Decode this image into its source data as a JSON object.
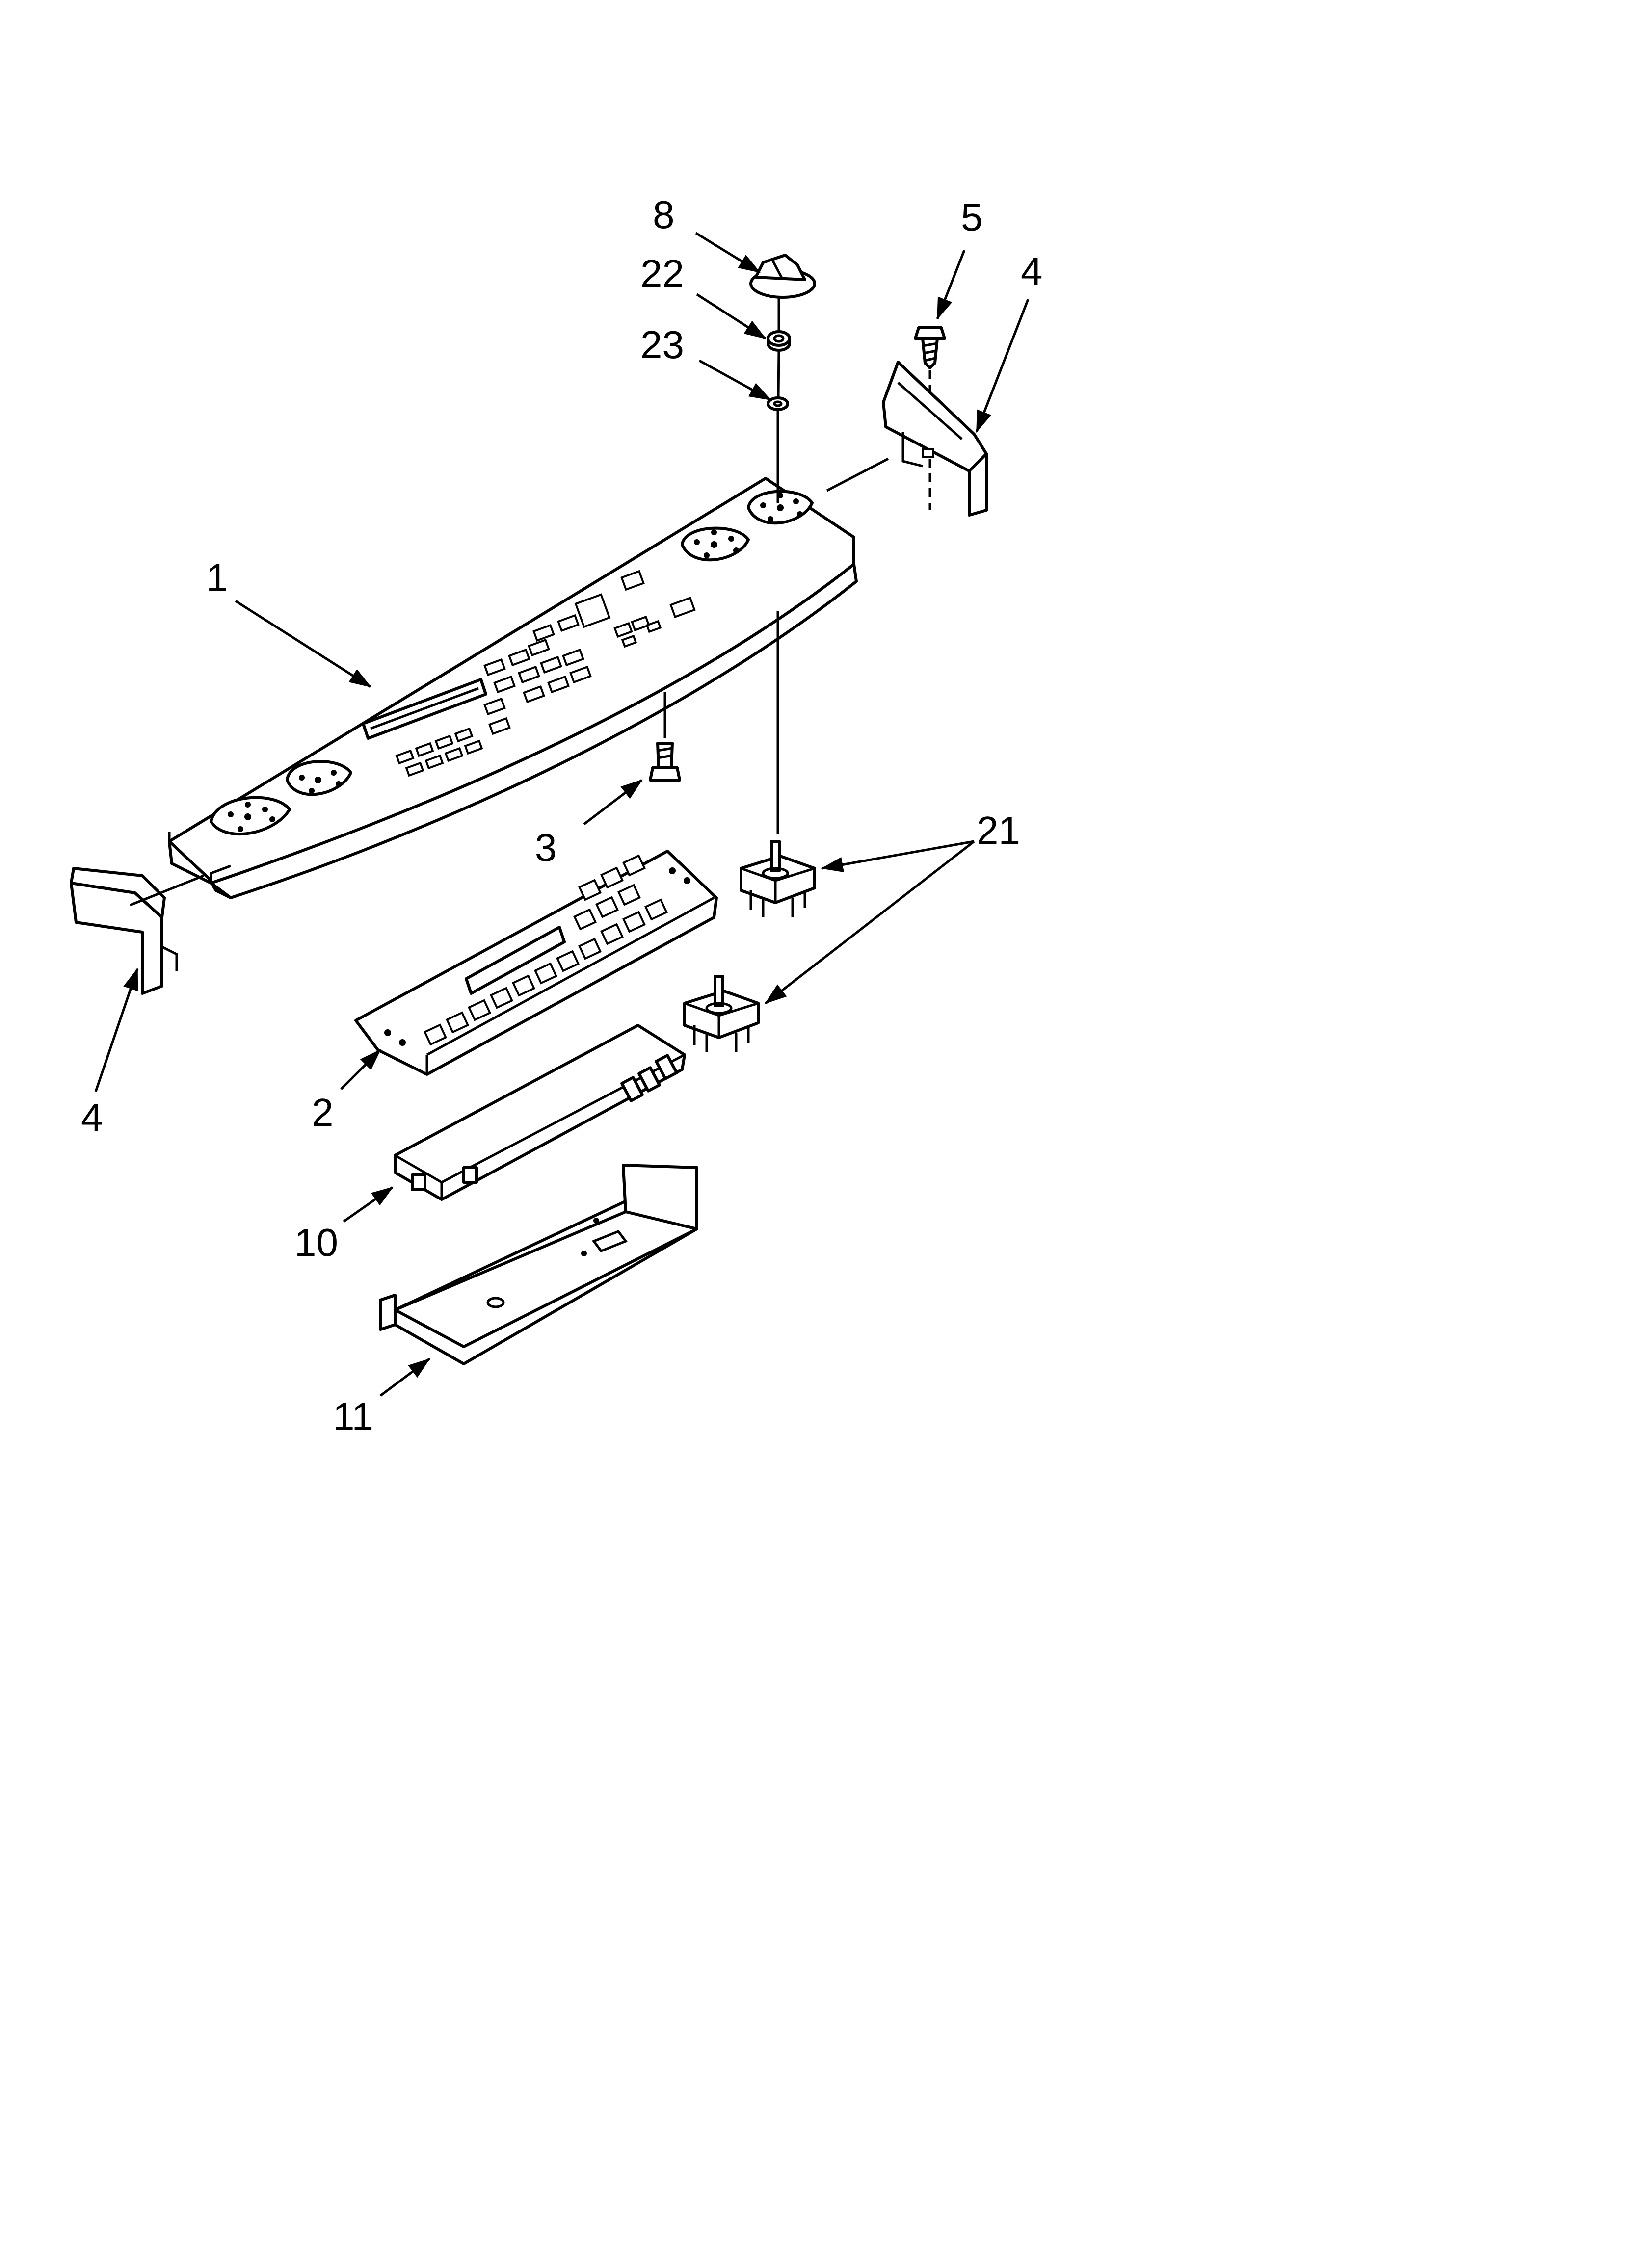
{
  "diagram": {
    "type": "exploded-parts-view",
    "callouts": {
      "c8": "8",
      "c22": "22",
      "c23": "23",
      "c5": "5",
      "c4_right": "4",
      "c1": "1",
      "c3": "3",
      "c21": "21",
      "c4_left": "4",
      "c2": "2",
      "c10": "10",
      "c11": "11"
    }
  }
}
